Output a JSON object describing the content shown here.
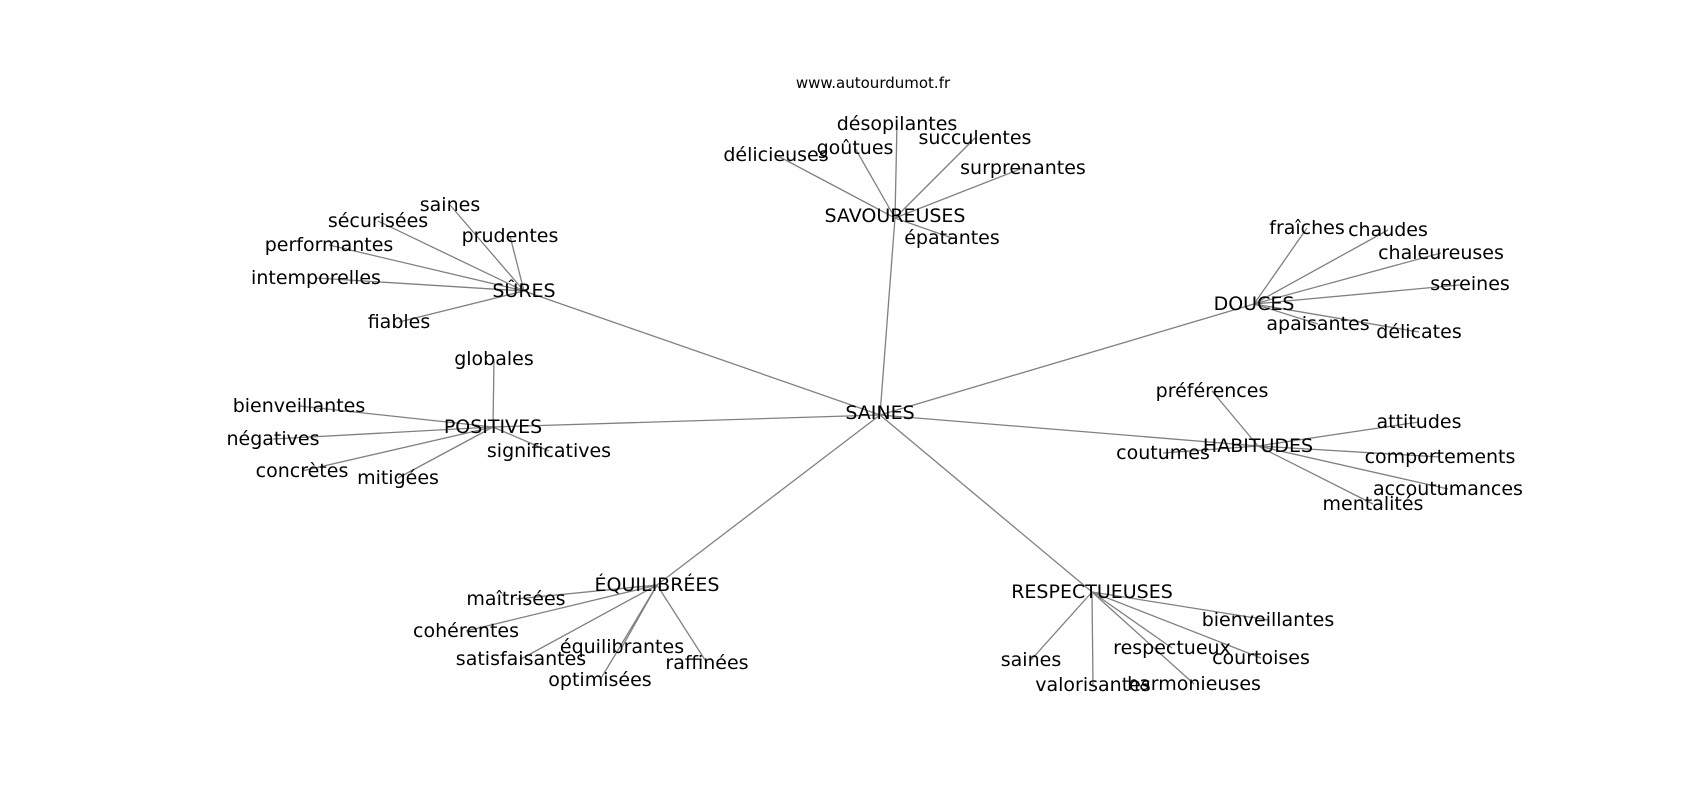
{
  "source": "www.autourdumot.fr",
  "graph": {
    "center": "SAINES",
    "groups": [
      {
        "id": "g-savoureuses",
        "label": "SAVOUREUSES",
        "leaves": [
          "désopilantes",
          "goûtues",
          "délicieuses",
          "succulentes",
          "surprenantes",
          "épatantes"
        ]
      },
      {
        "id": "g-sures",
        "label": "SÛRES",
        "leaves": [
          "saines",
          "sécurisées",
          "prudentes",
          "performantes",
          "intemporelles",
          "fiables"
        ]
      },
      {
        "id": "g-douces",
        "label": "DOUCES",
        "leaves": [
          "fraîches",
          "chaudes",
          "chaleureuses",
          "sereines",
          "apaisantes",
          "délicates"
        ]
      },
      {
        "id": "g-positives",
        "label": "POSITIVES",
        "leaves": [
          "globales",
          "bienveillantes",
          "négatives",
          "significatives",
          "concrètes",
          "mitigées"
        ]
      },
      {
        "id": "g-habitudes",
        "label": "HABITUDES",
        "leaves": [
          "préférences",
          "attitudes",
          "coutumes",
          "comportements",
          "accoutumances",
          "mentalités"
        ]
      },
      {
        "id": "g-equilibrees",
        "label": "ÉQUILIBRÉES",
        "leaves": [
          "maîtrisées",
          "cohérentes",
          "équilibrantes",
          "satisfaisantes",
          "raffinées",
          "optimisées"
        ]
      },
      {
        "id": "g-respectueuses",
        "label": "RESPECTUEUSES",
        "leaves": [
          "bienveillantes",
          "respectueux",
          "courtoises",
          "saines",
          "valorisantes",
          "harmonieuses"
        ]
      }
    ]
  }
}
